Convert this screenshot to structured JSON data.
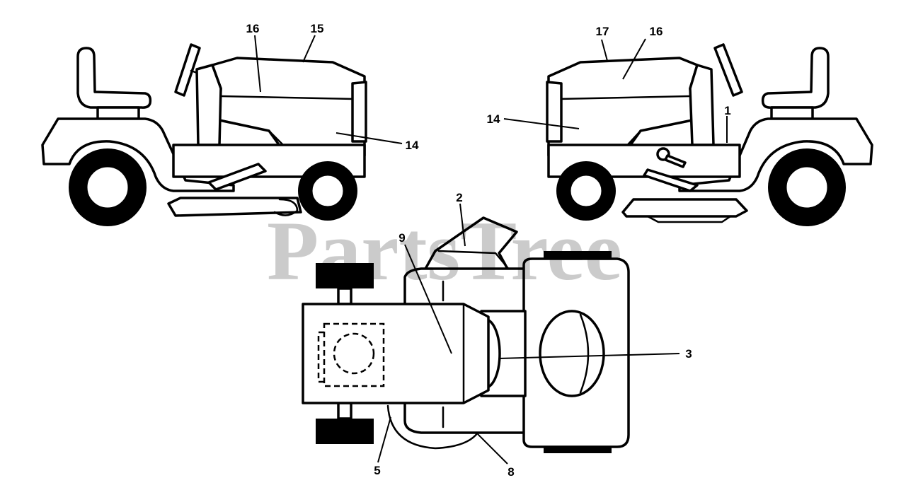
{
  "watermark": "PartsTree",
  "callouts": {
    "left_16": "16",
    "left_15": "15",
    "left_14": "14",
    "right_17": "17",
    "right_16": "16",
    "right_14": "14",
    "right_1": "1",
    "top_2": "2",
    "top_9": "9",
    "top_3": "3",
    "top_5": "5",
    "top_8": "8"
  }
}
